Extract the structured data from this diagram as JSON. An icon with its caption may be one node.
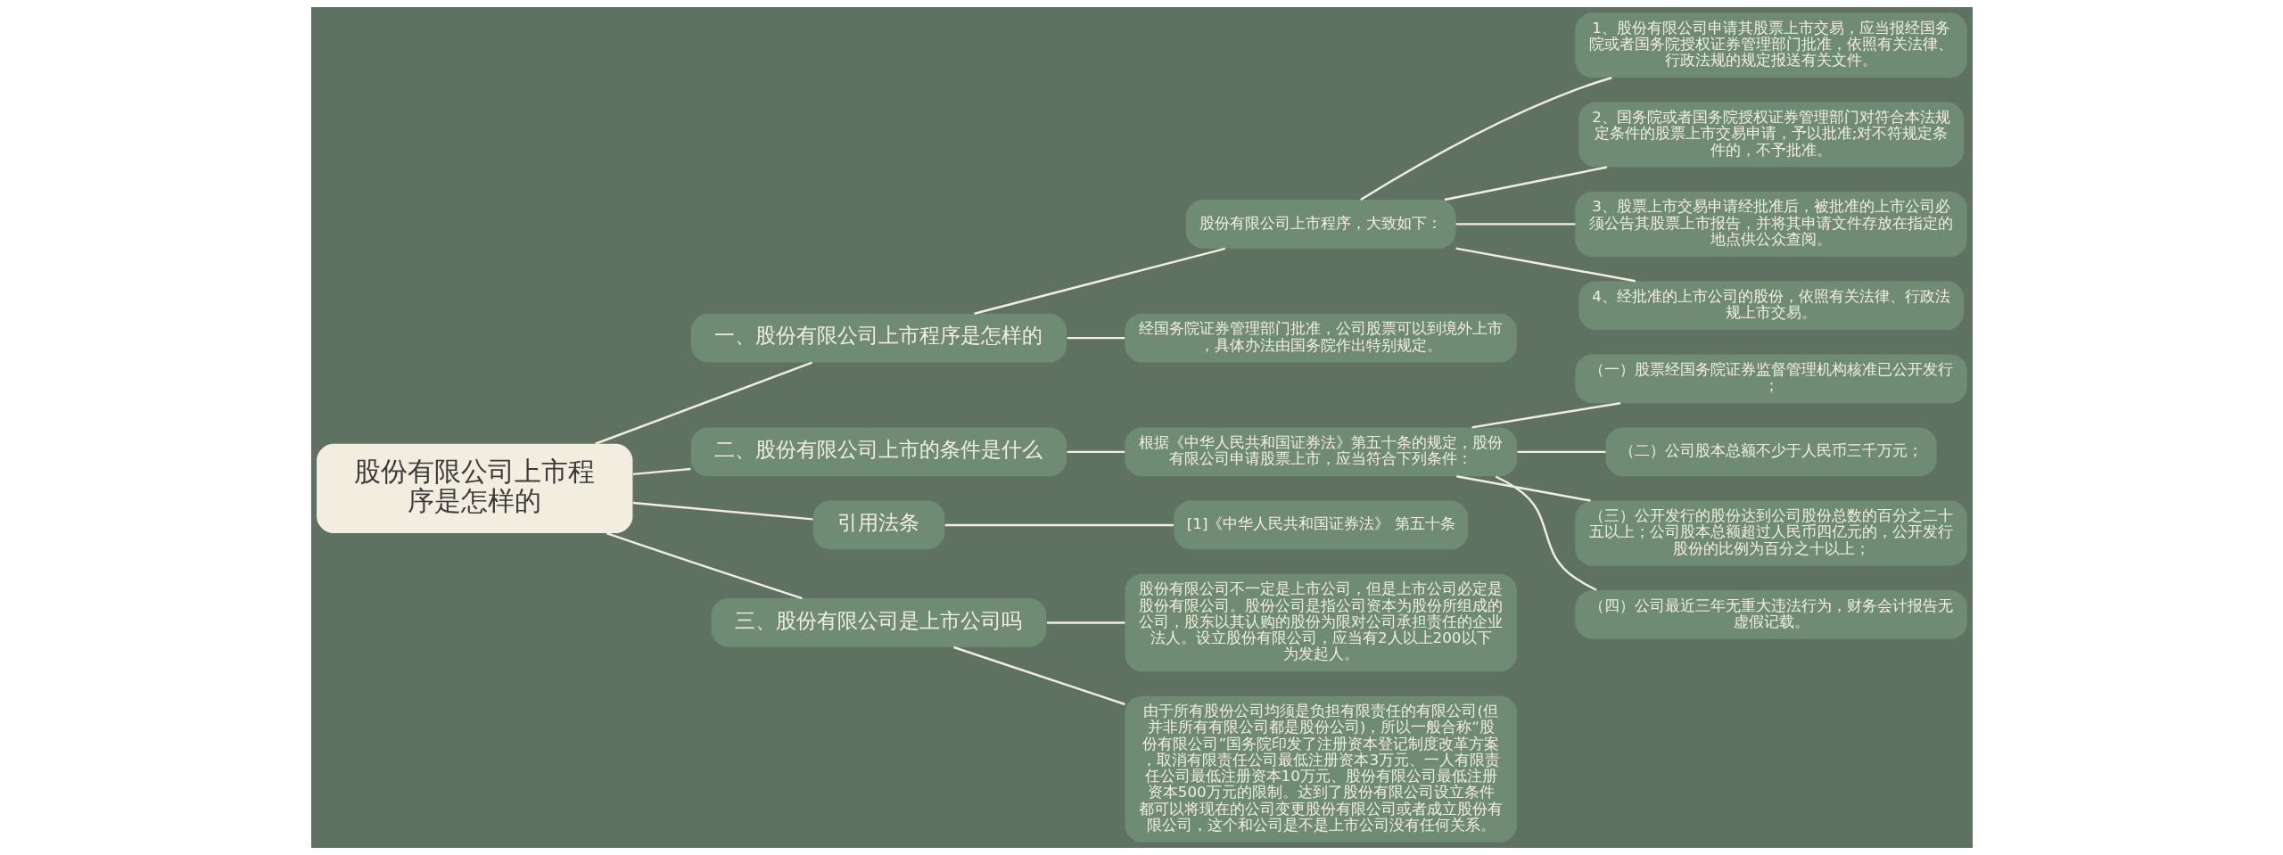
{
  "diagram": {
    "nodes": [
      {
        "text": [
          "股份有限公司上市程序是怎样的"
        ]
      },
      {
        "text": [
          "一、股份有限公司上市程序是怎样的"
        ]
      },
      {
        "text": [
          "股份有限公司上市程序，大致如下："
        ]
      },
      {
        "text": [
          "1、股份有限公司申请其股票上市交易，应当报经国务院或者国务院授权证券管理部门批准，依照有关法律、行政法规的规定报送有关文件。"
        ]
      },
      {
        "text": [
          "2、国务院或者国务院授权证券管理部门对符合本法规定条件的股票上市交易申请，予以批准;对不符规定条件的，不予批准。"
        ]
      },
      {
        "text": [
          "3、股票上市交易申请经批准后，被批准的上市公司必须公告其股票上市报告，并将其申请文件存放在指定的地点供公众查阅。"
        ]
      },
      {
        "text": [
          "4、经批准的上市公司的股份，依照有关法律、行政法规上市交易。"
        ]
      },
      {
        "text": [
          "经国务院证券管理部门批准，公司股票可以到境外上市，具体办法由国务院作出特别规定。"
        ]
      },
      {
        "text": [
          "二、股份有限公司上市的条件是什么"
        ]
      },
      {
        "text": [
          "根据《中华人民共和国证券法》第五十条的规定，股份有限公司申请股票上市，应当符合下列条件："
        ]
      },
      {
        "text": [
          "（一）股票经国务院证券监督管理机构核准已公开发行；"
        ]
      },
      {
        "text": [
          "（二）公司股本总额不少于人民币三千万元；"
        ]
      },
      {
        "text": [
          "（三）公开发行的股份达到公司股份总数的百分之二十五以上；公司股本总额超过人民币四亿元的，公开发行股份的比例为百分之十以上；"
        ]
      },
      {
        "text": [
          "（四）公司最近三年无重大违法行为，财务会计报告无虚假记载。"
        ]
      },
      {
        "text": [
          "引用法条"
        ]
      },
      {
        "text": [
          "[1]《中华人民共和国证券法》 第五十条"
        ]
      },
      {
        "text": [
          "三、股份有限公司是上市公司吗"
        ]
      },
      {
        "text": [
          "股份有限公司不一定是上市公司，但是上市公司必定是股份有限公司。股份公司是指公司资本为股份所组成的公司，股东以其认购的股份为限对公司承担责任的企业法人。设立股份有限公司，应当有2人以上200以下为发起人。"
        ]
      },
      {
        "text": [
          "由于所有股份公司均须是负担有限责任的有限公司(但并非所有有限公司都是股份公司)，所以一般合称“股份有限公司”国务院印发了注册资本登记制度改革方案，取消有限责任公司最低注册资本3万元、一人有限责任公司最低注册资本10万元、股份有限公司最低注册资本500万元的限制。达到了股份有限公司设立条件都可以将现在的公司变更股份有限公司或者成立股份有限公司，这个和公司是不是上市公司没有任何关系。"
        ]
      }
    ],
    "edges": [
      {
        "from": 0,
        "to": 1,
        "arrow": "none"
      },
      {
        "from": 1,
        "to": 2,
        "arrow": "none"
      },
      {
        "from": 2,
        "to": 3,
        "arrow": "none"
      },
      {
        "from": 2,
        "to": 4,
        "arrow": "none"
      },
      {
        "from": 2,
        "to": 5,
        "arrow": "none"
      },
      {
        "from": 2,
        "to": 6,
        "arrow": "none"
      },
      {
        "from": 1,
        "to": 7,
        "arrow": "none"
      },
      {
        "from": 0,
        "to": 8,
        "arrow": "none"
      },
      {
        "from": 8,
        "to": 9,
        "arrow": "none"
      },
      {
        "from": 9,
        "to": 10,
        "arrow": "none"
      },
      {
        "from": 9,
        "to": 11,
        "arrow": "none"
      },
      {
        "from": 9,
        "to": 12,
        "arrow": "none"
      },
      {
        "from": 9,
        "to": 13,
        "arrow": "none"
      },
      {
        "from": 0,
        "to": 14,
        "arrow": "none"
      },
      {
        "from": 14,
        "to": 15,
        "arrow": "none"
      },
      {
        "from": 0,
        "to": 16,
        "arrow": "none"
      },
      {
        "from": 16,
        "to": 17,
        "arrow": "none"
      },
      {
        "from": 16,
        "to": 18,
        "arrow": "none"
      }
    ]
  }
}
